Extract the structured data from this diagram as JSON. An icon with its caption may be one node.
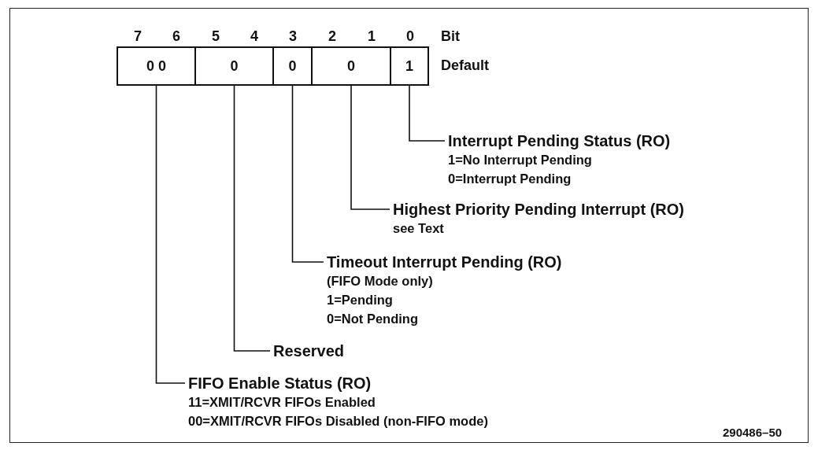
{
  "diagram": {
    "nodes": [
      {
        "text": [
          "0 0"
        ]
      },
      {
        "text": [
          "0"
        ]
      },
      {
        "text": [
          "0"
        ]
      },
      {
        "text": [
          "0"
        ]
      },
      {
        "text": [
          "1"
        ]
      },
      {
        "text": [
          "Interrupt Pending Status (RO)",
          "1=No Interrupt Pending",
          "0=Interrupt Pending"
        ]
      },
      {
        "text": [
          "Highest Priority Pending Interrupt (RO)",
          "see Text"
        ]
      },
      {
        "text": [
          "Timeout Interrupt Pending (RO)",
          "(FIFO Mode only)",
          "1=Pending",
          "0=Not Pending"
        ]
      },
      {
        "text": [
          "Reserved"
        ]
      },
      {
        "text": [
          "FIFO Enable Status (RO)",
          "11=XMIT/RCVR FIFOs Enabled",
          "00=XMIT/RCVR FIFOs Disabled (non-FIFO mode)"
        ]
      }
    ],
    "edges": [
      {
        "from": 4,
        "to": 5,
        "arrow": "none"
      },
      {
        "from": 3,
        "to": 6,
        "arrow": "none"
      },
      {
        "from": 2,
        "to": 7,
        "arrow": "none"
      },
      {
        "from": 1,
        "to": 8,
        "arrow": "none"
      },
      {
        "from": 0,
        "to": 9,
        "arrow": "none"
      }
    ],
    "labels": [
      "7",
      "6",
      "5",
      "4",
      "3",
      "2",
      "1",
      "0",
      "Bit",
      "Default",
      "290486–50"
    ]
  }
}
